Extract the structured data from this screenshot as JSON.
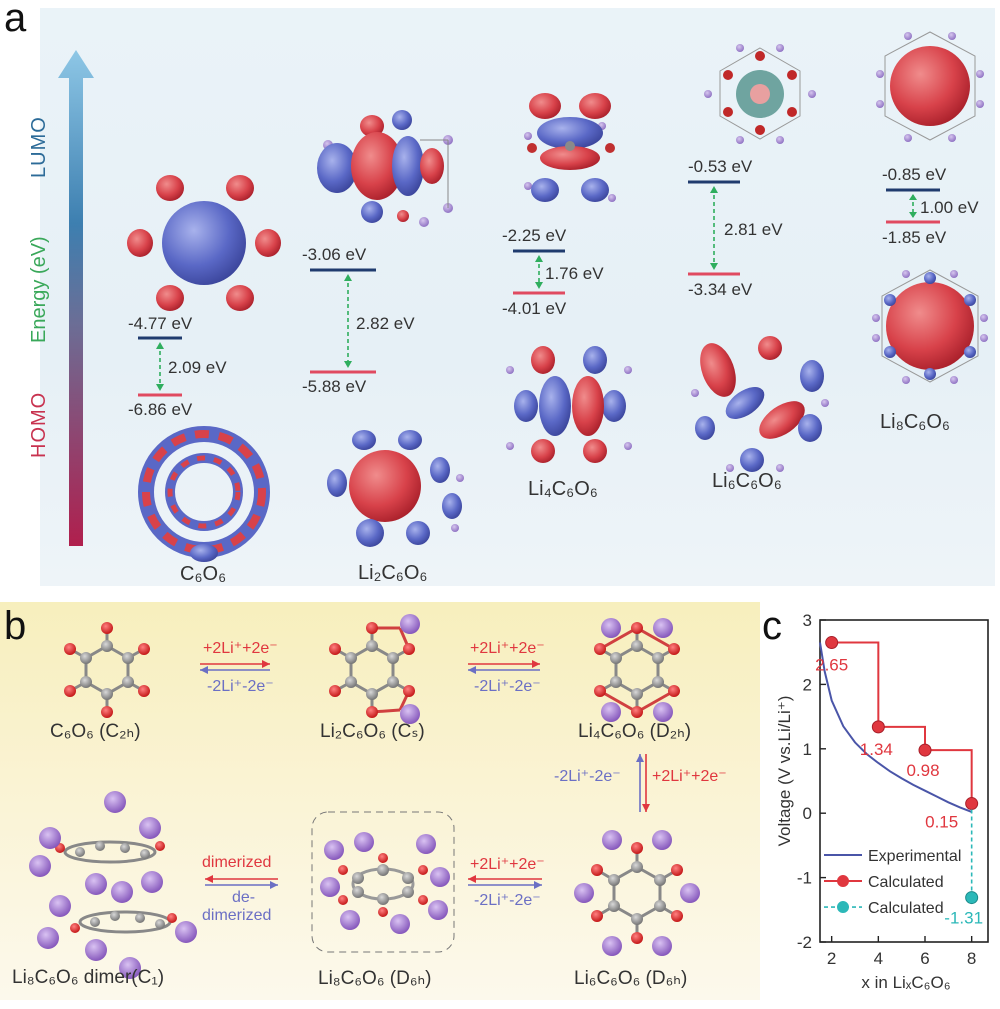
{
  "panel_a": {
    "letter": "a",
    "axis": {
      "top": "LUMO",
      "middle": "Energy (eV)",
      "bottom": "HOMO"
    },
    "columns": [
      {
        "name": "C₆O₆",
        "lumo": "-4.77 eV",
        "gap": "2.09 eV",
        "homo": "-6.86 eV"
      },
      {
        "name": "Li₂C₆O₆",
        "lumo": "-3.06 eV",
        "gap": "2.82 eV",
        "homo": "-5.88 eV"
      },
      {
        "name": "Li₄C₆O₆",
        "lumo": "-2.25 eV",
        "gap": "1.76 eV",
        "homo": "-4.01 eV"
      },
      {
        "name": "Li₆C₆O₆",
        "lumo": "-0.53 eV",
        "gap": "2.81 eV",
        "homo": "-3.34 eV"
      },
      {
        "name": "Li₈C₆O₆",
        "lumo": "-0.85 eV",
        "gap": "1.00 eV",
        "homo": "-1.85 eV"
      }
    ]
  },
  "panel_b": {
    "letter": "b",
    "molecules": [
      "C₆O₆ (C₂ₕ)",
      "Li₂C₆O₆ (Cₛ)",
      "Li₄C₆O₆ (D₂ₕ)",
      "Li₈C₆O₆ dimer(C₁)",
      "Li₈C₆O₆ (D₆ₕ)",
      "Li₆C₆O₆ (D₆ₕ)"
    ],
    "forward": "+2Li⁺+2e⁻",
    "reverse": "-2Li⁺-2e⁻",
    "dimerized": "dimerized",
    "dedimerized_line1": "de-",
    "dedimerized_line2": "dimerized"
  },
  "panel_c": {
    "letter": "c",
    "legend": [
      "Experimental",
      "Calculated",
      "Calculated"
    ]
  },
  "chart_data": {
    "type": "line",
    "xlabel": "x in LiₓC₆O₆",
    "ylabel": "Voltage (V vs.Li/Li⁺)",
    "xlim": [
      1.5,
      8.7
    ],
    "ylim": [
      -2,
      3
    ],
    "xticks": [
      2,
      4,
      6,
      8
    ],
    "yticks": [
      -2,
      -1,
      0,
      1,
      2,
      3
    ],
    "series": [
      {
        "name": "Experimental",
        "color": "#4a55a8",
        "x": [
          1.5,
          1.7,
          2.0,
          2.5,
          3.0,
          3.5,
          4.0,
          4.5,
          5.0,
          5.5,
          6.0,
          6.5,
          7.0,
          7.5,
          8.0
        ],
        "y": [
          2.65,
          2.2,
          1.75,
          1.35,
          1.1,
          0.92,
          0.78,
          0.65,
          0.54,
          0.44,
          0.35,
          0.26,
          0.17,
          0.09,
          0.02
        ]
      },
      {
        "name": "Calculated",
        "color": "#e0373f",
        "x": [
          2,
          4,
          6,
          8
        ],
        "y": [
          2.65,
          1.34,
          0.98,
          0.15
        ],
        "labels": [
          "2.65",
          "1.34",
          "0.98",
          "0.15"
        ]
      },
      {
        "name": "Calculated",
        "color": "#2cb8b8",
        "x": [
          8
        ],
        "y": [
          -1.31
        ],
        "labels": [
          "-1.31"
        ]
      }
    ]
  }
}
